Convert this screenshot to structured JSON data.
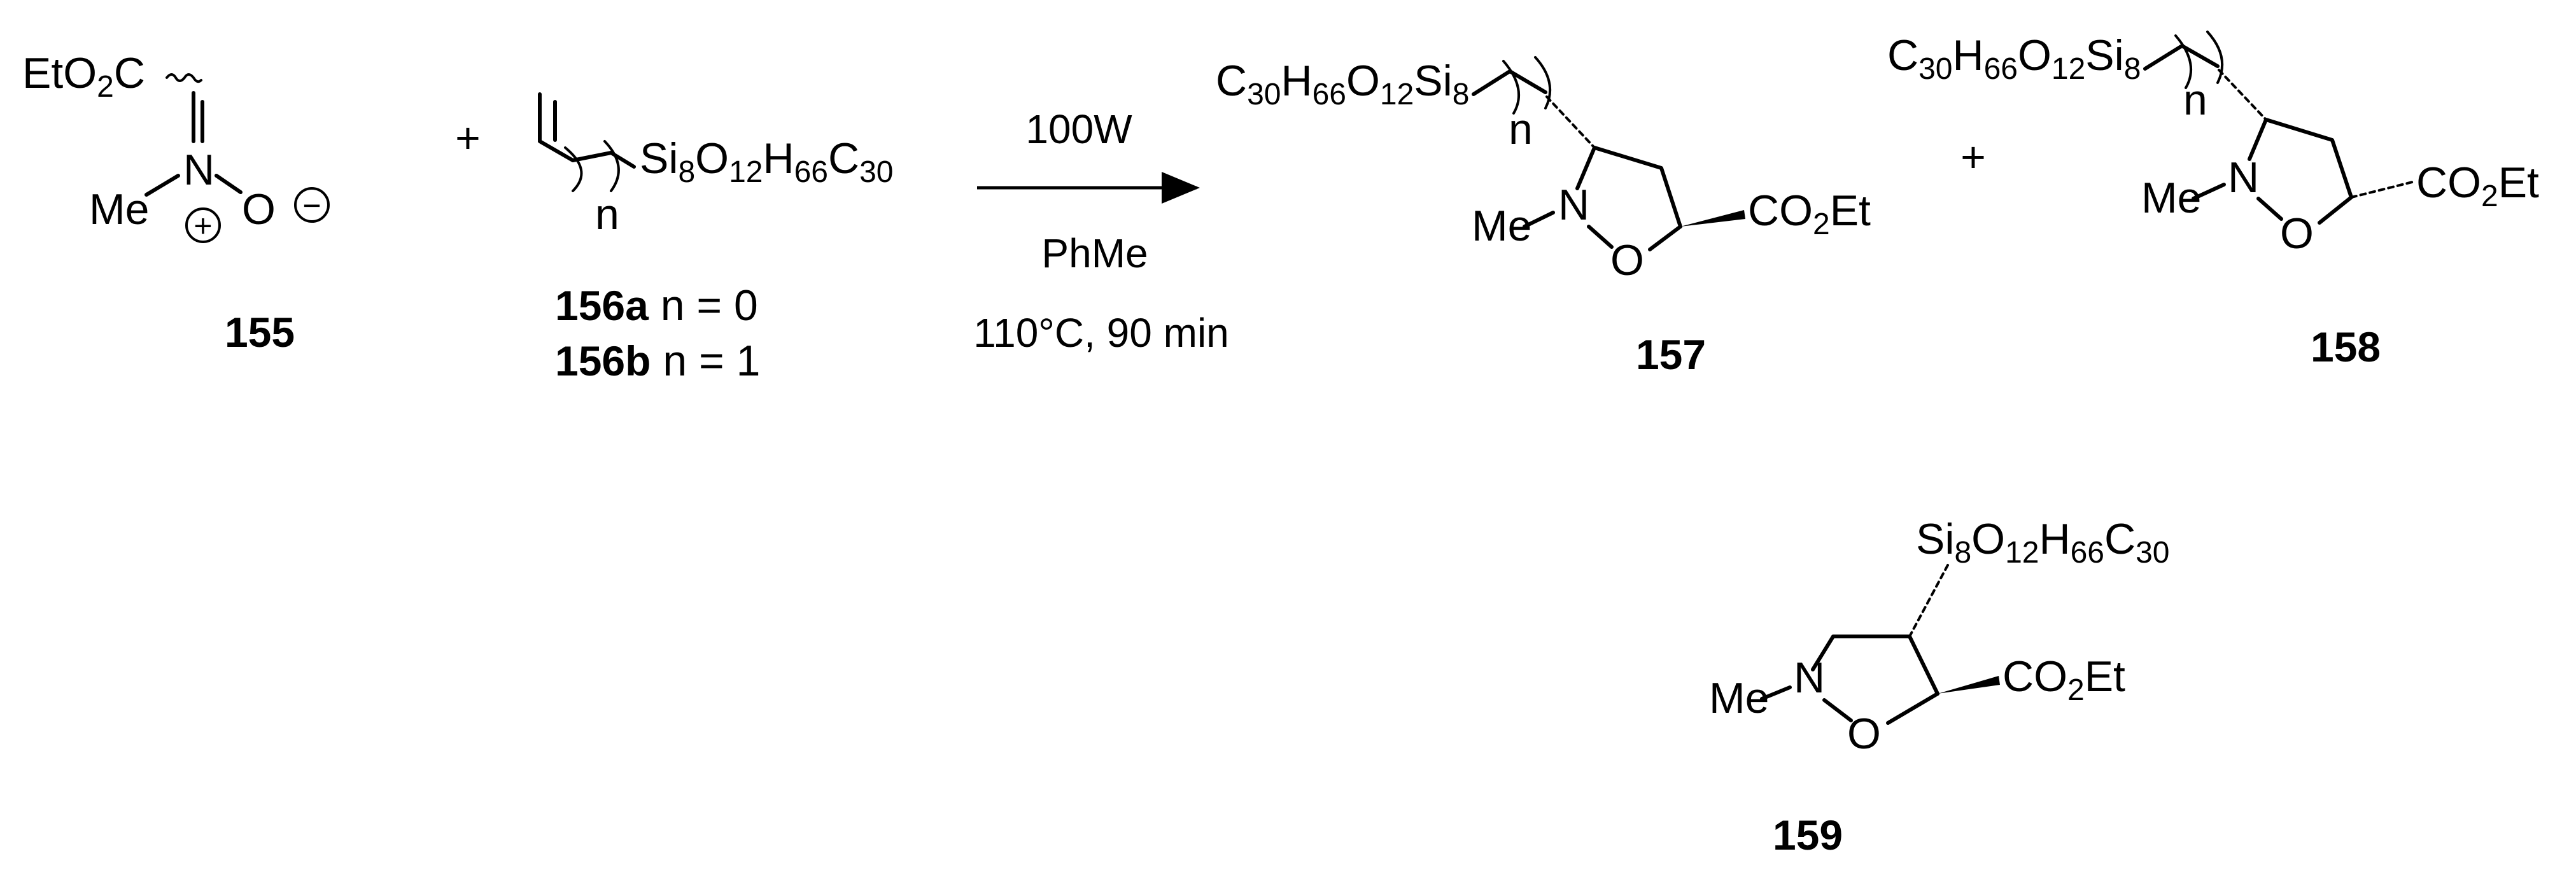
{
  "scheme": {
    "reactant_155": {
      "ester": [
        "EtO",
        "2",
        "C"
      ],
      "nitrogen": "N",
      "oxygen": "O",
      "methyl": "Me",
      "plus_charge": "+",
      "minus_charge": "−",
      "label": "155"
    },
    "plus_1": "+",
    "reactant_156": {
      "silyl": [
        "Si",
        "8",
        "O",
        "12",
        "H",
        "66",
        "C",
        "30"
      ],
      "n_label": "n",
      "label_a": "156a",
      "label_a_value": " n = 0",
      "label_b": "156b",
      "label_b_value": " n = 1"
    },
    "conditions": {
      "power": "100W",
      "solvent": "PhMe",
      "temp_time": "110°C, 90 min"
    },
    "product_157": {
      "silyl": [
        "C",
        "30",
        "H",
        "66",
        "O",
        "12",
        "Si",
        "8"
      ],
      "n_label": "n",
      "methyl": "Me",
      "nitrogen": "N",
      "oxygen": "O",
      "ester": [
        "CO",
        "2",
        "Et"
      ],
      "label": "157"
    },
    "plus_2": "+",
    "product_158": {
      "silyl": [
        "C",
        "30",
        "H",
        "66",
        "O",
        "12",
        "Si",
        "8"
      ],
      "n_label": "n",
      "methyl": "Me",
      "nitrogen": "N",
      "oxygen": "O",
      "ester": [
        "CO",
        "2",
        "Et"
      ],
      "label": "158"
    },
    "product_159": {
      "silyl": [
        "Si",
        "8",
        "O",
        "12",
        "H",
        "66",
        "C",
        "30"
      ],
      "methyl": "Me",
      "nitrogen": "N",
      "oxygen": "O",
      "ester": [
        "CO",
        "2",
        "Et"
      ],
      "label": "159"
    }
  }
}
